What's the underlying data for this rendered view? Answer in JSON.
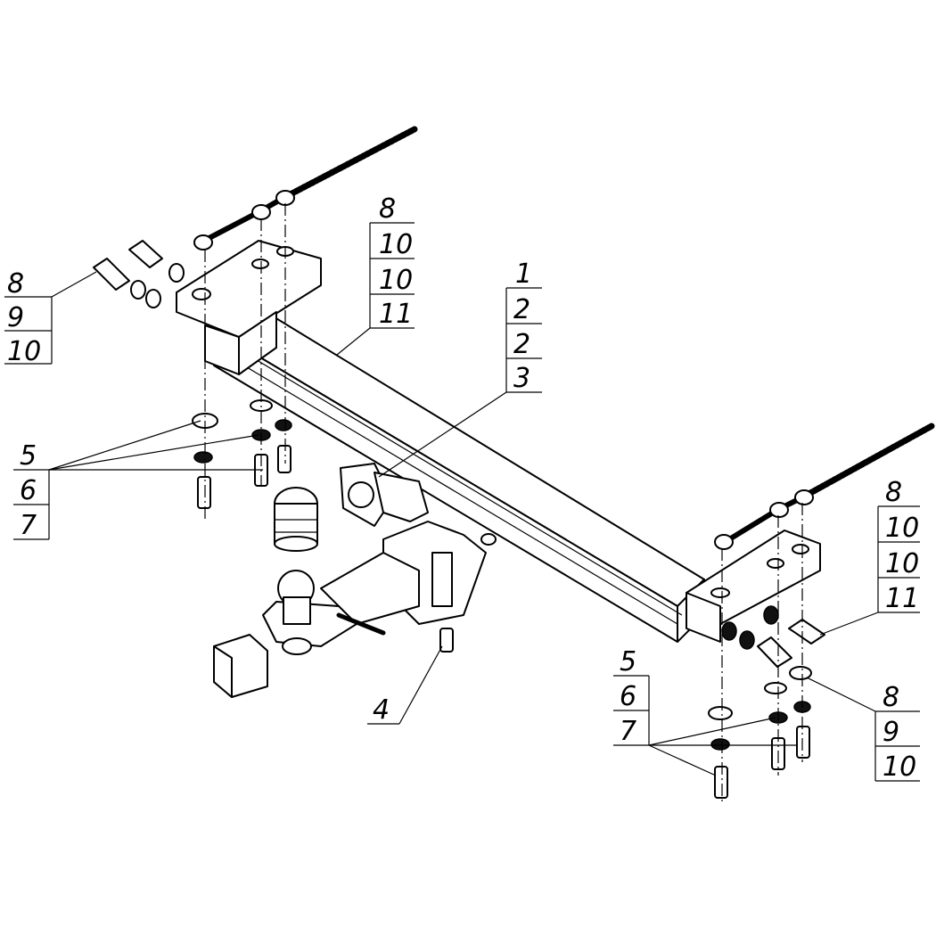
{
  "diagram": {
    "callouts": {
      "top_left": [
        "8",
        "9",
        "10"
      ],
      "top_center": [
        "8",
        "10",
        "10",
        "11"
      ],
      "center": [
        "1",
        "2",
        "2",
        "3"
      ],
      "left_mid": [
        "5",
        "6",
        "7"
      ],
      "bottom_center": [
        "4"
      ],
      "right_upper": [
        "8",
        "10",
        "10",
        "11"
      ],
      "right_lower_left": [
        "5",
        "6",
        "7"
      ],
      "right_lower_right": [
        "8",
        "9",
        "10"
      ]
    }
  }
}
